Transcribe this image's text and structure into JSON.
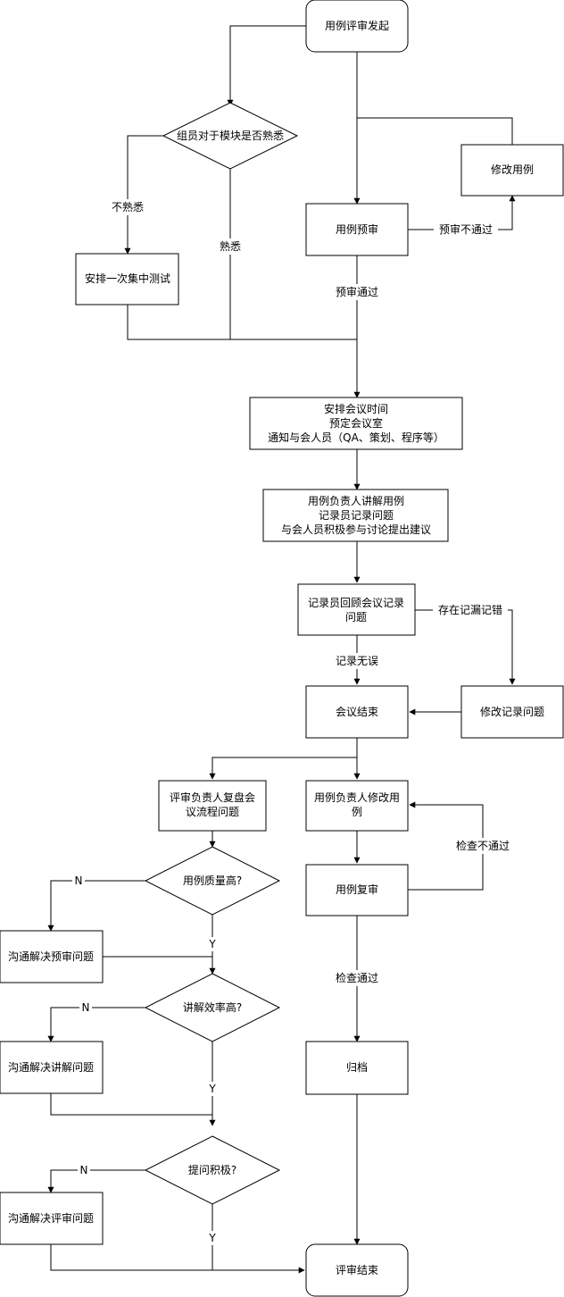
{
  "nodes": {
    "start": "用例评审发起",
    "familiar_q": "组员对于模块是否熟悉",
    "edit_case": "修改用例",
    "pre_review": "用例预审",
    "focus_test": "安排一次集中测试",
    "arrange": [
      "安排会议时间",
      "预定会议室",
      "通知与会人员（QA、策划、程序等）"
    ],
    "explain": [
      "用例负责人讲解用例",
      "记录员记录问题",
      "与会人员积极参与讨论提出建议"
    ],
    "review_record": [
      "记录员回顾会议记录",
      "问题"
    ],
    "meeting_end": "会议结束",
    "edit_record": "修改记录问题",
    "retro": [
      "评审负责人复盘会",
      "议流程问题"
    ],
    "owner_edit": [
      "用例负责人修改用",
      "例"
    ],
    "quality_q": "用例质量高?",
    "recheck": "用例复审",
    "solve_pre": "沟通解决预审问题",
    "efficiency_q": "讲解效率高?",
    "archive": "归档",
    "solve_explain": "沟通解决讲解问题",
    "active_q": "提问积极?",
    "solve_review": "沟通解决评审问题",
    "end": "评审结束"
  },
  "labels": {
    "unfamiliar": "不熟悉",
    "familiar": "熟悉",
    "pre_fail": "预审不通过",
    "pre_pass": "预审通过",
    "record_error": "存在记漏记错",
    "record_ok": "记录无误",
    "check_fail": "检查不通过",
    "check_pass": "检查通过",
    "n1": "N",
    "y1": "Y",
    "n2": "N",
    "y2": "Y",
    "n3": "N",
    "y3": "Y"
  }
}
